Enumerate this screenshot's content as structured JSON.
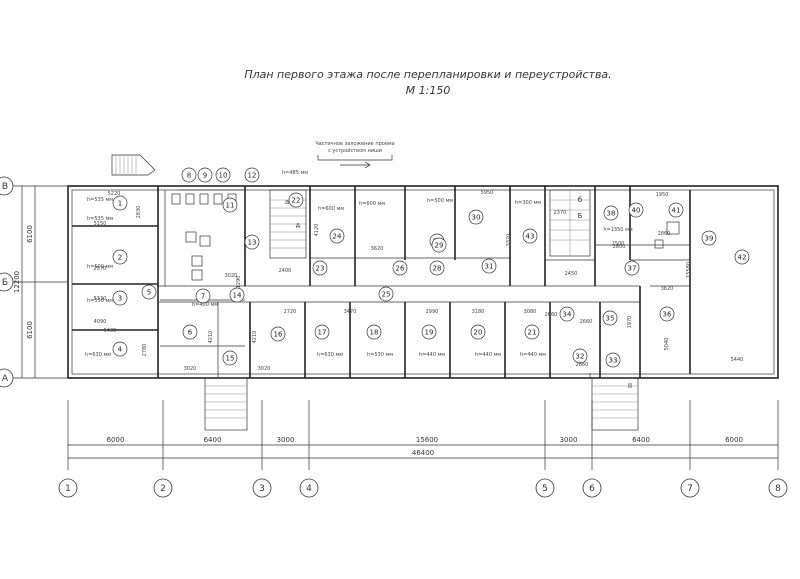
{
  "title": {
    "line1": "План первого этажа после перепланировки и переустройства.",
    "line2": "М 1:150"
  },
  "annotation": {
    "line1": "Частичное заложение проема",
    "line2": "с устройством ниши"
  },
  "axes_bottom": [
    "1",
    "2",
    "3",
    "4",
    "5",
    "6",
    "7",
    "8"
  ],
  "axes_left": [
    "В",
    "Б",
    "А"
  ],
  "dims_bottom": [
    "6000",
    "6400",
    "3000",
    "15600",
    "3000",
    "6400",
    "6000"
  ],
  "dim_total": "46400",
  "dims_left": [
    "6100",
    "6100"
  ],
  "dim_left_total": "12200",
  "rooms": [
    "1",
    "2",
    "3",
    "4",
    "5",
    "6",
    "7",
    "8",
    "9",
    "10",
    "11",
    "12",
    "13",
    "14",
    "15",
    "16",
    "17",
    "18",
    "19",
    "20",
    "21",
    "22",
    "23",
    "24",
    "25",
    "26",
    "27",
    "28",
    "29",
    "30",
    "31",
    "32",
    "33",
    "34",
    "35",
    "36",
    "37",
    "38",
    "39",
    "40",
    "41",
    "42",
    "43"
  ],
  "stair_letters": [
    "А",
    "Б",
    "I",
    "II",
    "а",
    "б"
  ],
  "inner_dims": [
    "5220",
    "2830",
    "5150",
    "2570",
    "5330",
    "4090",
    "5430",
    "2780",
    "3020",
    "4210",
    "4210",
    "3020",
    "2720",
    "3470",
    "2990",
    "3180",
    "3080",
    "2660",
    "1970",
    "5040",
    "3620",
    "4120",
    "5950",
    "3320",
    "2370",
    "2450",
    "2500",
    "3620",
    "15580",
    "5440",
    "2660",
    "2660",
    "3020",
    "1950",
    "2800",
    "2400",
    "2860",
    "1290"
  ],
  "heights": [
    "h=535 мм",
    "h=535 мм",
    "h=500 мм",
    "h=550 мм",
    "h=630 мм",
    "h=400 мм",
    "h=485 мм",
    "h=600 мм",
    "h=600 мм",
    "h=500 мм",
    "h=300 мм",
    "h=1350 мм",
    "h=630 мм",
    "h=530 мм",
    "h=440 мм",
    "h=440 мм",
    "h=440 мм"
  ]
}
